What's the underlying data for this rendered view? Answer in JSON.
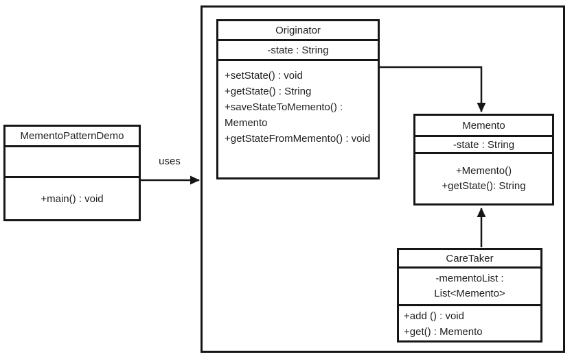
{
  "colors": {
    "line": "#161616",
    "text": "#1f1f1f",
    "background": "#ffffff"
  },
  "classes": {
    "demo": {
      "title": "MementoPatternDemo",
      "attributes": [],
      "methods": [
        "+main() : void"
      ]
    },
    "originator": {
      "title": "Originator",
      "attributes": [
        "-state : String"
      ],
      "methods": [
        "+setState() : void",
        "+getState() : String",
        "+saveStateToMemento() : Memento",
        "+getStateFromMemento() : void"
      ]
    },
    "memento": {
      "title": "Memento",
      "attributes": [
        "-state : String"
      ],
      "methods": [
        "+Memento()",
        "+getState(): String"
      ]
    },
    "caretaker": {
      "title": "CareTaker",
      "attributes": [
        "-mementoList : List<Memento>"
      ],
      "methods": [
        "+add () : void",
        "+get() : Memento"
      ]
    }
  },
  "labels": {
    "uses": "uses"
  }
}
